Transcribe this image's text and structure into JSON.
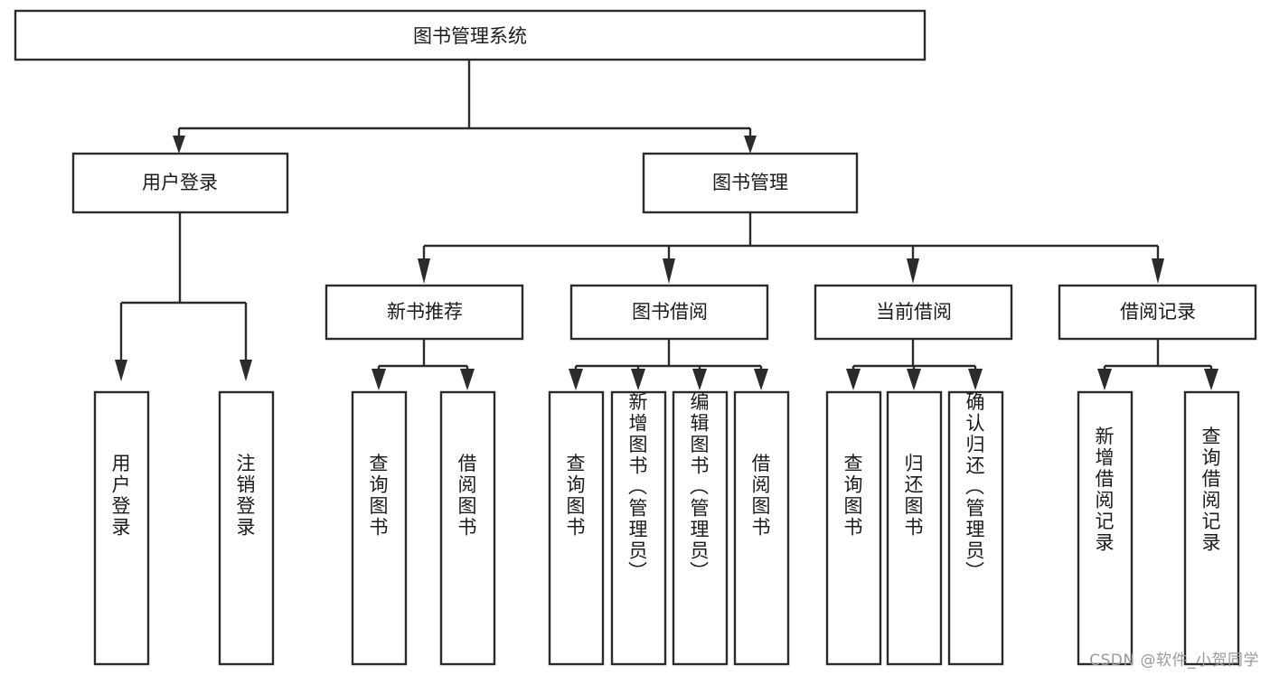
{
  "diagram": {
    "type": "tree",
    "title": "图书管理系统",
    "orientation": "top-down",
    "watermark": "CSDN @软件_小贺同学",
    "colors": {
      "box_fill": "#ffffff",
      "box_stroke": "#2b2b2b",
      "text": "#1b1b1b",
      "connector": "#2b2b2b",
      "watermark": "#9a9a9a",
      "background": "#ffffff"
    },
    "nodes": {
      "root": {
        "label": "图书管理系统"
      },
      "level1": [
        {
          "id": "user-login",
          "label": "用户登录"
        },
        {
          "id": "book-management",
          "label": "图书管理"
        }
      ],
      "level2": [
        {
          "id": "new-book-recommend",
          "label": "新书推荐",
          "parent": "book-management"
        },
        {
          "id": "book-borrow",
          "label": "图书借阅",
          "parent": "book-management"
        },
        {
          "id": "current-borrow",
          "label": "当前借阅",
          "parent": "book-management"
        },
        {
          "id": "borrow-record",
          "label": "借阅记录",
          "parent": "book-management"
        }
      ],
      "leaves": [
        {
          "id": "leaf-user-login",
          "label": "用户登录",
          "parent": "user-login"
        },
        {
          "id": "leaf-user-logout",
          "label": "注销登录",
          "parent": "user-login"
        },
        {
          "id": "leaf-query-book-1",
          "label": "查询图书",
          "parent": "new-book-recommend"
        },
        {
          "id": "leaf-borrow-book-1",
          "label": "借阅图书",
          "parent": "new-book-recommend"
        },
        {
          "id": "leaf-query-book-2",
          "label": "查询图书",
          "parent": "book-borrow"
        },
        {
          "id": "leaf-add-book",
          "label": "新增图书（管理员）",
          "parent": "book-borrow"
        },
        {
          "id": "leaf-edit-book",
          "label": "编辑图书（管理员）",
          "parent": "book-borrow"
        },
        {
          "id": "leaf-borrow-book-2",
          "label": "借阅图书",
          "parent": "book-borrow"
        },
        {
          "id": "leaf-query-book-3",
          "label": "查询图书",
          "parent": "current-borrow"
        },
        {
          "id": "leaf-return-book",
          "label": "归还图书",
          "parent": "current-borrow"
        },
        {
          "id": "leaf-confirm-return",
          "label": "确认归还（管理员）",
          "parent": "current-borrow"
        },
        {
          "id": "leaf-add-record",
          "label": "新增借阅记录",
          "parent": "borrow-record"
        },
        {
          "id": "leaf-query-record",
          "label": "查询借阅记录",
          "parent": "borrow-record"
        }
      ]
    }
  }
}
